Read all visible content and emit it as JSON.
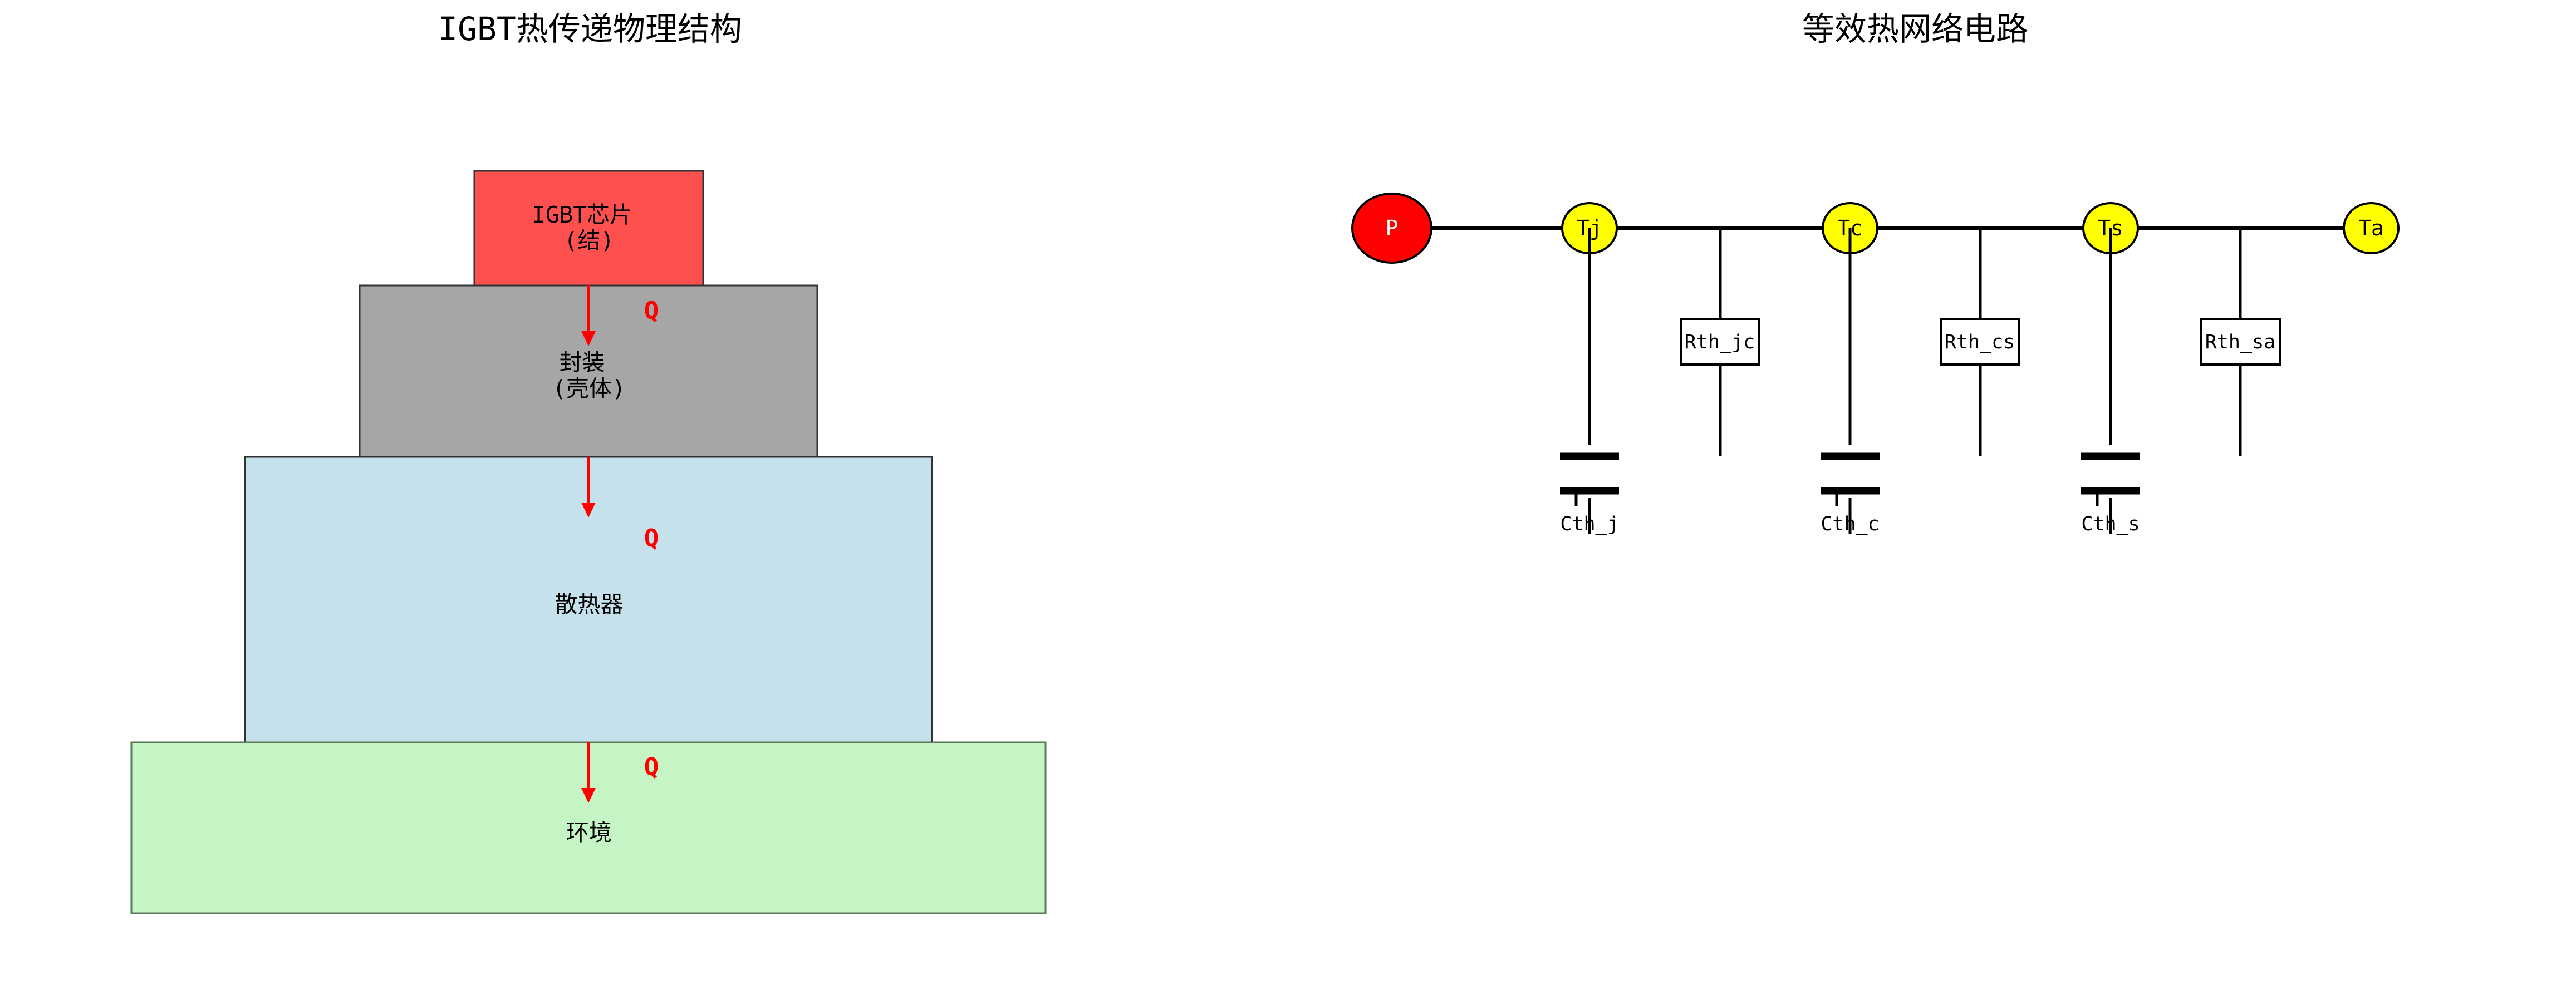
{
  "left_panel": {
    "title": "IGBT热传递物理结构",
    "layers": [
      {
        "id": "chip",
        "label_lines": [
          "IGBT芯片",
          "(结)"
        ],
        "fill": "#ff5050"
      },
      {
        "id": "package",
        "label_lines": [
          "封装",
          "(壳体)"
        ],
        "fill": "#a6a6a6"
      },
      {
        "id": "heatsink",
        "label_lines": [
          "散热器"
        ],
        "fill": "#c5e2ec"
      },
      {
        "id": "ambient",
        "label_lines": [
          "环境"
        ],
        "fill": "#c5f5c5"
      }
    ],
    "heat_flow_label": "Q",
    "heat_flow_color": "#ff0000"
  },
  "right_panel": {
    "title": "等效热网络电路",
    "source": {
      "label": "P",
      "fill": "#ff0000",
      "text_color": "#ffffff"
    },
    "nodes": [
      {
        "label": "Tj",
        "fill": "#ffff00"
      },
      {
        "label": "Tc",
        "fill": "#ffff00"
      },
      {
        "label": "Ts",
        "fill": "#ffff00"
      },
      {
        "label": "Ta",
        "fill": "#ffff00"
      }
    ],
    "resistors": [
      "Rth_jc",
      "Rth_cs",
      "Rth_sa"
    ],
    "capacitors": [
      "Cth_j",
      "Cth_c",
      "Cth_s"
    ]
  }
}
